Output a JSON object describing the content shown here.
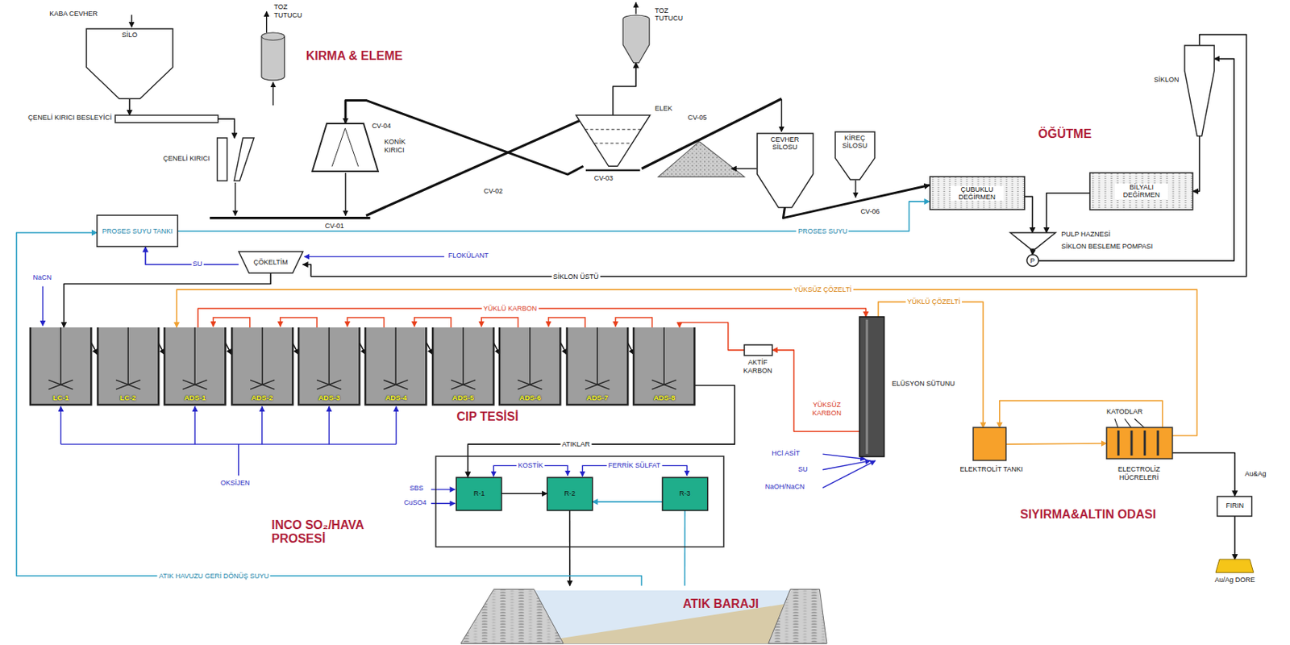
{
  "diagram": {
    "nodes": [
      {
        "text": [
          "SİLO"
        ]
      },
      {
        "text": [
          "TOZ TUTUCU"
        ]
      },
      {
        "text": [
          "ÇENELİ KIRICI BESLEYİCİ"
        ]
      },
      {
        "text": [
          "ÇENELİ KIRICI"
        ]
      },
      {
        "text": [
          "KONİK KIRICI"
        ]
      },
      {
        "text": [
          "TOZ TUTUCU"
        ]
      },
      {
        "text": [
          "ELEK"
        ]
      },
      {
        "text": [
          "CEVHER SİLOSU"
        ]
      },
      {
        "text": [
          "KİREÇ SİLOSU"
        ]
      },
      {
        "text": [
          "SİKLON"
        ]
      },
      {
        "text": [
          "ÇUBUKLU DEĞİRMEN"
        ]
      },
      {
        "text": [
          "BİLYALI DEĞİRMEN"
        ]
      },
      {
        "text": [
          "PULP HAZNESİ"
        ]
      },
      {
        "text": [
          "P",
          "SİKLON BESLEME POMPASI"
        ]
      },
      {
        "text": [
          "PROSES SUYU TANKI"
        ]
      },
      {
        "text": [
          "ÇÖKELTİM"
        ]
      },
      {
        "text": [
          "LC-1"
        ]
      },
      {
        "text": [
          "LC-2"
        ]
      },
      {
        "text": [
          "ADS-1"
        ]
      },
      {
        "text": [
          "ADS-2"
        ]
      },
      {
        "text": [
          "ADS-3"
        ]
      },
      {
        "text": [
          "ADS-4"
        ]
      },
      {
        "text": [
          "ADS-5"
        ]
      },
      {
        "text": [
          "ADS-6"
        ]
      },
      {
        "text": [
          "ADS-7"
        ]
      },
      {
        "text": [
          "ADS-8"
        ]
      },
      {
        "text": [
          "AKTİF KARBON"
        ]
      },
      {
        "text": [
          "ELÜSYON SÜTUNU"
        ]
      },
      {
        "text": [
          "ELEKTROLİT TANKI"
        ]
      },
      {
        "text": [
          "ELECTROLİZ HÜCRELERİ"
        ]
      },
      {
        "text": [
          "FIRIN"
        ]
      },
      {
        "text": [
          "Au/Ag DORE"
        ]
      },
      {
        "text": [
          "INCO SO₂/HAVA PROSESİ"
        ]
      },
      {
        "text": [
          "R-1"
        ],
        "in": 32
      },
      {
        "text": [
          "R-2"
        ],
        "in": 32
      },
      {
        "text": [
          "R-3"
        ],
        "in": 32
      },
      {
        "text": [
          "ATIK BARAJI"
        ]
      }
    ],
    "edges": [
      {
        "from": 0,
        "to": 2,
        "arrow": "to"
      },
      {
        "from": 2,
        "to": 3,
        "arrow": "to"
      },
      {
        "from": 6,
        "to": 4,
        "arrow": "to"
      },
      {
        "from": 6,
        "to": 5,
        "arrow": "to"
      },
      {
        "from": 7,
        "to": 10,
        "arrow": "to"
      },
      {
        "from": 10,
        "to": 12,
        "arrow": "to"
      },
      {
        "from": 11,
        "to": 12,
        "arrow": "to"
      },
      {
        "from": 12,
        "to": 13,
        "arrow": "to"
      },
      {
        "from": 13,
        "to": 9,
        "arrow": "to"
      },
      {
        "from": 9,
        "to": 11,
        "arrow": "to"
      },
      {
        "from": 9,
        "to": 15,
        "label": "SİKLON ÜSTÜ",
        "arrow": "to"
      },
      {
        "from": 15,
        "to": 14,
        "label": "SU",
        "arrow": "to"
      },
      {
        "from": 14,
        "to": 10,
        "label": "PROSES SUYU",
        "arrow": "to"
      },
      {
        "from": 15,
        "to": 16,
        "arrow": "to"
      },
      {
        "from": 16,
        "to": 17,
        "arrow": "to"
      },
      {
        "from": 17,
        "to": 18,
        "arrow": "to"
      },
      {
        "from": 18,
        "to": 19,
        "arrow": "to"
      },
      {
        "from": 19,
        "to": 20,
        "arrow": "to"
      },
      {
        "from": 20,
        "to": 21,
        "arrow": "to"
      },
      {
        "from": 21,
        "to": 22,
        "arrow": "to"
      },
      {
        "from": 22,
        "to": 23,
        "arrow": "to"
      },
      {
        "from": 23,
        "to": 24,
        "arrow": "to"
      },
      {
        "from": 24,
        "to": 25,
        "arrow": "to"
      },
      {
        "from": 25,
        "to": 33,
        "label": "ATIKLAR",
        "arrow": "to"
      },
      {
        "from": 33,
        "to": 34,
        "arrow": "to"
      },
      {
        "from": 35,
        "to": 34,
        "arrow": "to"
      },
      {
        "from": 34,
        "to": 36,
        "arrow": "to"
      },
      {
        "from": 36,
        "to": 35,
        "arrow": "none"
      },
      {
        "from": 36,
        "to": 14,
        "label": "ATIK HAVUZU GERİ DÖNÜŞ SUYU",
        "arrow": "to"
      },
      {
        "from": 18,
        "to": 27,
        "label": "YÜKLÜ KARBON",
        "arrow": "to"
      },
      {
        "from": 26,
        "to": 25,
        "arrow": "to"
      },
      {
        "from": 27,
        "to": 26,
        "label": "YÜKSÜZ KARBON",
        "arrow": "to"
      },
      {
        "from": 27,
        "to": 28,
        "label": "YÜKLÜ ÇÖZELTİ",
        "arrow": "to"
      },
      {
        "from": 28,
        "to": 29,
        "arrow": "to"
      },
      {
        "from": 29,
        "to": 28,
        "arrow": "to"
      },
      {
        "from": 29,
        "to": 18,
        "label": "YÜKSÜZ ÇÖZELTİ",
        "arrow": "to"
      },
      {
        "from": 29,
        "to": 30,
        "label": "Au&Ag",
        "arrow": "to"
      },
      {
        "from": 30,
        "to": 31,
        "arrow": "to"
      }
    ],
    "labels": [
      "KABA CEVHER",
      "KIRMA & ELEME",
      "CV-04",
      "CV-02",
      "CV-01",
      "CV-03",
      "CV-05",
      "CV-06",
      "ÖĞÜTME",
      "FLOKÜLANT",
      "NaCN",
      "CIP TESİSİ",
      "OKSİJEN",
      "SBS",
      "CuSO4",
      "KOSTİK",
      "FERRİK SÜLFAT",
      "HCl ASİT",
      "SU",
      "NaOH/NaCN",
      "KATODLAR",
      "SIYIRMA&ALTIN ODASI"
    ]
  }
}
